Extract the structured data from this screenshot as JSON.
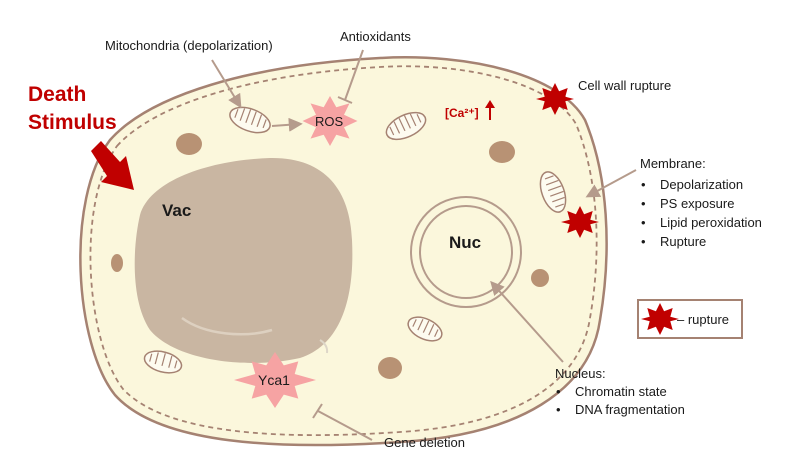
{
  "death_stimulus": {
    "line1": "Death",
    "line2": "Stimulus"
  },
  "labels": {
    "vacuole": "Vac",
    "nucleus": "Nuc",
    "ros": "ROS",
    "yca1": "Yca1",
    "calcium": "[Ca²⁺]",
    "mitochondria": "Mitochondria (depolarization)",
    "antioxidants": "Antioxidants",
    "cell_wall_rupture": "Cell wall rupture",
    "gene_deletion": "Gene deletion"
  },
  "membrane": {
    "title": "Membrane:",
    "items": [
      "Depolarization",
      "PS exposure",
      "Lipid peroxidation",
      "Rupture"
    ]
  },
  "nucleus_info": {
    "title": "Nucleus:",
    "items": [
      "Chromatin state",
      "DNA fragmentation"
    ]
  },
  "legend": {
    "text": "– rupture"
  },
  "bullet": "•",
  "colors": {
    "stimulus_red": "#c00000",
    "cytoplasm": "#fbf7dc",
    "cell_wall": "#a58272",
    "vacuole": "#c9b6a2",
    "organelle_brown": "#b89274",
    "ros_pink": "#f6a3a3",
    "rupture_red": "#c00000"
  }
}
